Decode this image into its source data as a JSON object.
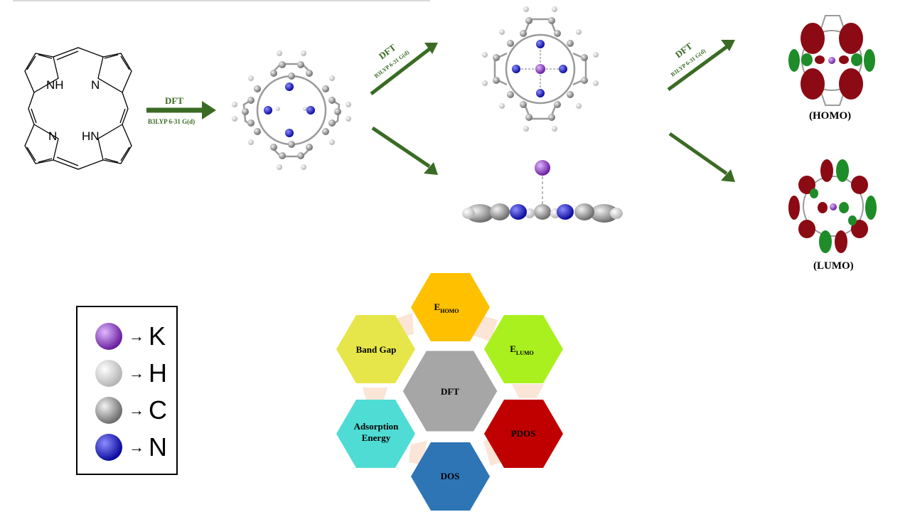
{
  "ring_labels": {
    "nh1": "NH",
    "n1": "N",
    "n2": "N",
    "hn2": "HN"
  },
  "step_arrows": [
    {
      "method": "DFT",
      "basis": "B3LYP 6-31 G(d)"
    },
    {
      "method": "DFT",
      "basis": "B3LYP 6-31 G(d)"
    },
    {
      "method": "DFT",
      "basis": "B3LYP 6-31 G(d)"
    }
  ],
  "orbitals": {
    "homo": "(HOMO)",
    "lumo": "(LUMO)"
  },
  "legend": [
    {
      "symbol": "K",
      "color": "#9b3fd0",
      "element": "potassium"
    },
    {
      "symbol": "H",
      "color": "#e6e6e6",
      "element": "hydrogen"
    },
    {
      "symbol": "C",
      "color": "#8c8c8c",
      "element": "carbon"
    },
    {
      "symbol": "N",
      "color": "#1212c8",
      "element": "nitrogen"
    }
  ],
  "hexagons": {
    "center": "DFT",
    "ehomo": {
      "main": "E",
      "sub": "HOMO"
    },
    "elumo": {
      "main": "E",
      "sub": "LUMO"
    },
    "pdos": "PDOS",
    "dos": "DOS",
    "adsorption": "Adsorption Energy",
    "bandgap": "Band Gap"
  },
  "colors": {
    "arrow": "#3a6b24",
    "hex_center": "#a6a6a6",
    "hex_ehomo": "#ffc000",
    "hex_elumo": "#aaf01e",
    "hex_pdos": "#c00000",
    "hex_dos": "#2e75b6",
    "hex_adsorption": "#4fdcd4",
    "hex_bandgap": "#e6e64a",
    "connector": "#fbe5d6",
    "orbital_red": "#8b0a14",
    "orbital_green": "#1e8c28"
  }
}
